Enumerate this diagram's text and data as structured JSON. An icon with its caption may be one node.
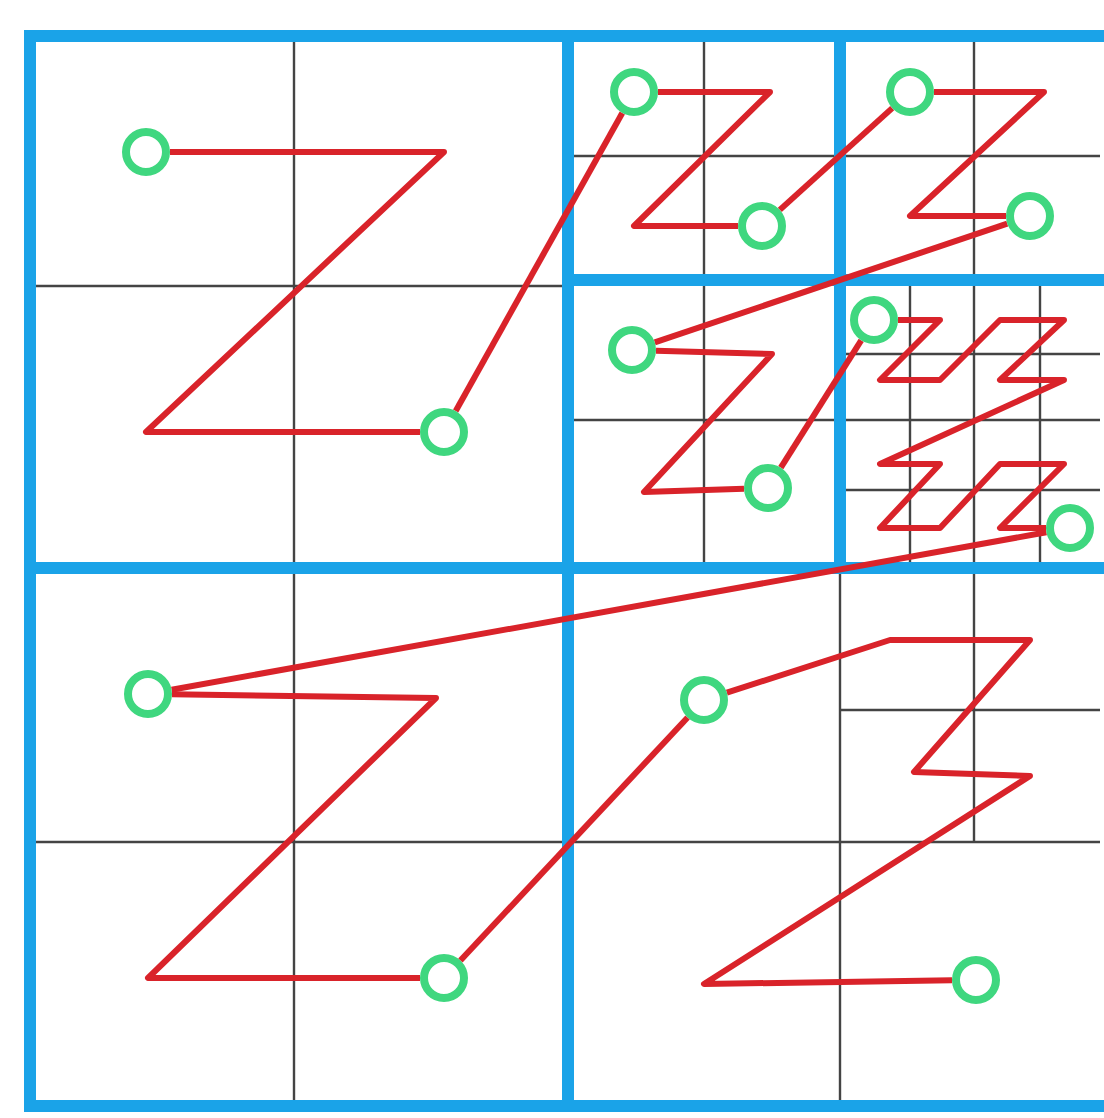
{
  "diagram": {
    "nodes": [
      {
        "text": [],
        "shape": "circle"
      },
      {
        "text": [],
        "shape": "circle"
      },
      {
        "text": [],
        "shape": "circle"
      },
      {
        "text": [],
        "shape": "circle"
      },
      {
        "text": [],
        "shape": "circle"
      },
      {
        "text": [],
        "shape": "circle"
      },
      {
        "text": [],
        "shape": "circle"
      },
      {
        "text": [],
        "shape": "circle"
      },
      {
        "text": [],
        "shape": "circle"
      },
      {
        "text": [],
        "shape": "circle"
      },
      {
        "text": [],
        "shape": "circle"
      },
      {
        "text": [],
        "shape": "circle"
      },
      {
        "text": [],
        "shape": "circle"
      },
      {
        "text": [],
        "shape": "circle"
      }
    ],
    "edges": [
      {
        "from": 0,
        "to": 1,
        "arrow": "none"
      },
      {
        "from": 1,
        "to": 2,
        "arrow": "none"
      },
      {
        "from": 2,
        "to": 3,
        "arrow": "none"
      },
      {
        "from": 3,
        "to": 4,
        "arrow": "none"
      },
      {
        "from": 4,
        "to": 5,
        "arrow": "none"
      },
      {
        "from": 5,
        "to": 6,
        "arrow": "none"
      },
      {
        "from": 6,
        "to": 7,
        "arrow": "none"
      },
      {
        "from": 7,
        "to": 8,
        "arrow": "none"
      },
      {
        "from": 8,
        "to": 9,
        "arrow": "none"
      },
      {
        "from": 9,
        "to": 10,
        "arrow": "none"
      },
      {
        "from": 10,
        "to": 11,
        "arrow": "none"
      },
      {
        "from": 11,
        "to": 12,
        "arrow": "none"
      },
      {
        "from": 12,
        "to": 13,
        "arrow": "none"
      }
    ]
  }
}
